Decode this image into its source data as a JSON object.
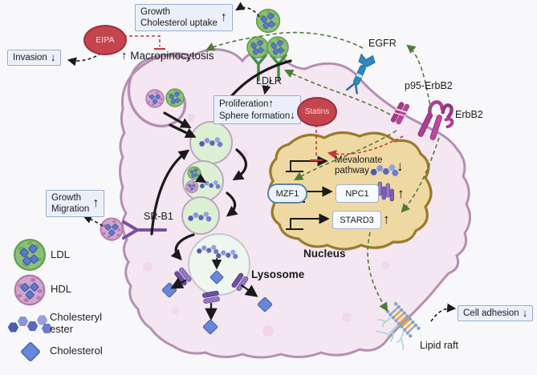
{
  "palette": {
    "background": "#f8f8fb",
    "cell_fill": "#f4e7f1",
    "cell_membrane": "#b58fb2",
    "nucleus_fill": "#efd9a2",
    "nucleus_border": "#9a7a2c",
    "box_fill": "#eaeffa",
    "box_border": "#93a8cc",
    "drug_fill": "#c5454e",
    "drug_border": "#9c3038",
    "ldl_green": "#8cbf79",
    "hdl_pink": "#d2a5cd",
    "cholesterol_blue": "#6787d8",
    "ester_blue": "#5a68bd",
    "transporter_purple": "#7a5ab2",
    "egfr_blue": "#2e86ba",
    "erbb2_magenta": "#ae3c90",
    "srb1_purple": "#7b4fa0",
    "ldlr_green": "#3e8f4a",
    "activation_green": "#4c7c38",
    "inhibition_red": "#c23b35",
    "arrow_black": "#1a1a1a",
    "raft_orange": "#e6a73e",
    "raft_glycan": "#9fd6de"
  },
  "boxes": {
    "growth_cholesterol": {
      "line1": "Growth",
      "line2": "Cholesterol uptake",
      "arrow": "↑"
    },
    "invasion": {
      "label": "Invasion",
      "arrow": "↓"
    },
    "proliferation": {
      "line1": "Proliferation",
      "arrow1": "↑",
      "line2": "Sphere formation",
      "arrow2": "↓"
    },
    "growth_migration": {
      "line1": "Growth",
      "line2": "Migration",
      "arrow": "↑"
    },
    "cell_adhesion": {
      "label": "Cell adhesion",
      "arrow": "↓"
    }
  },
  "drugs": {
    "eipa": "EIPA",
    "statins": "Statins"
  },
  "process": {
    "macropinocytosis_arrow": "↑",
    "macropinocytosis": "Macropinocytosis"
  },
  "receptors": {
    "ldlr": "LDLR",
    "egfr": "EGFR",
    "p95_erbb2": "p95-ErbB2",
    "erbb2": "ErbB2",
    "srb1": "SR-B1"
  },
  "organelles": {
    "lysosome": "Lysosome",
    "nucleus": "Nucleus",
    "lipid_raft": "Lipid raft"
  },
  "nucleus_genes": {
    "mzf1": "MZF1",
    "mevalonate_line1": "Mevalonate",
    "mevalonate_line2": "pathway",
    "mevalonate_change": "↓",
    "npc1": "NPC1",
    "npc1_change": "↑",
    "stard3": "STARD3",
    "stard3_change": "↑"
  },
  "legend": [
    {
      "label": "LDL"
    },
    {
      "label": "HDL"
    },
    {
      "label": "Cholesteryl ester"
    },
    {
      "label": "Cholesterol"
    }
  ]
}
